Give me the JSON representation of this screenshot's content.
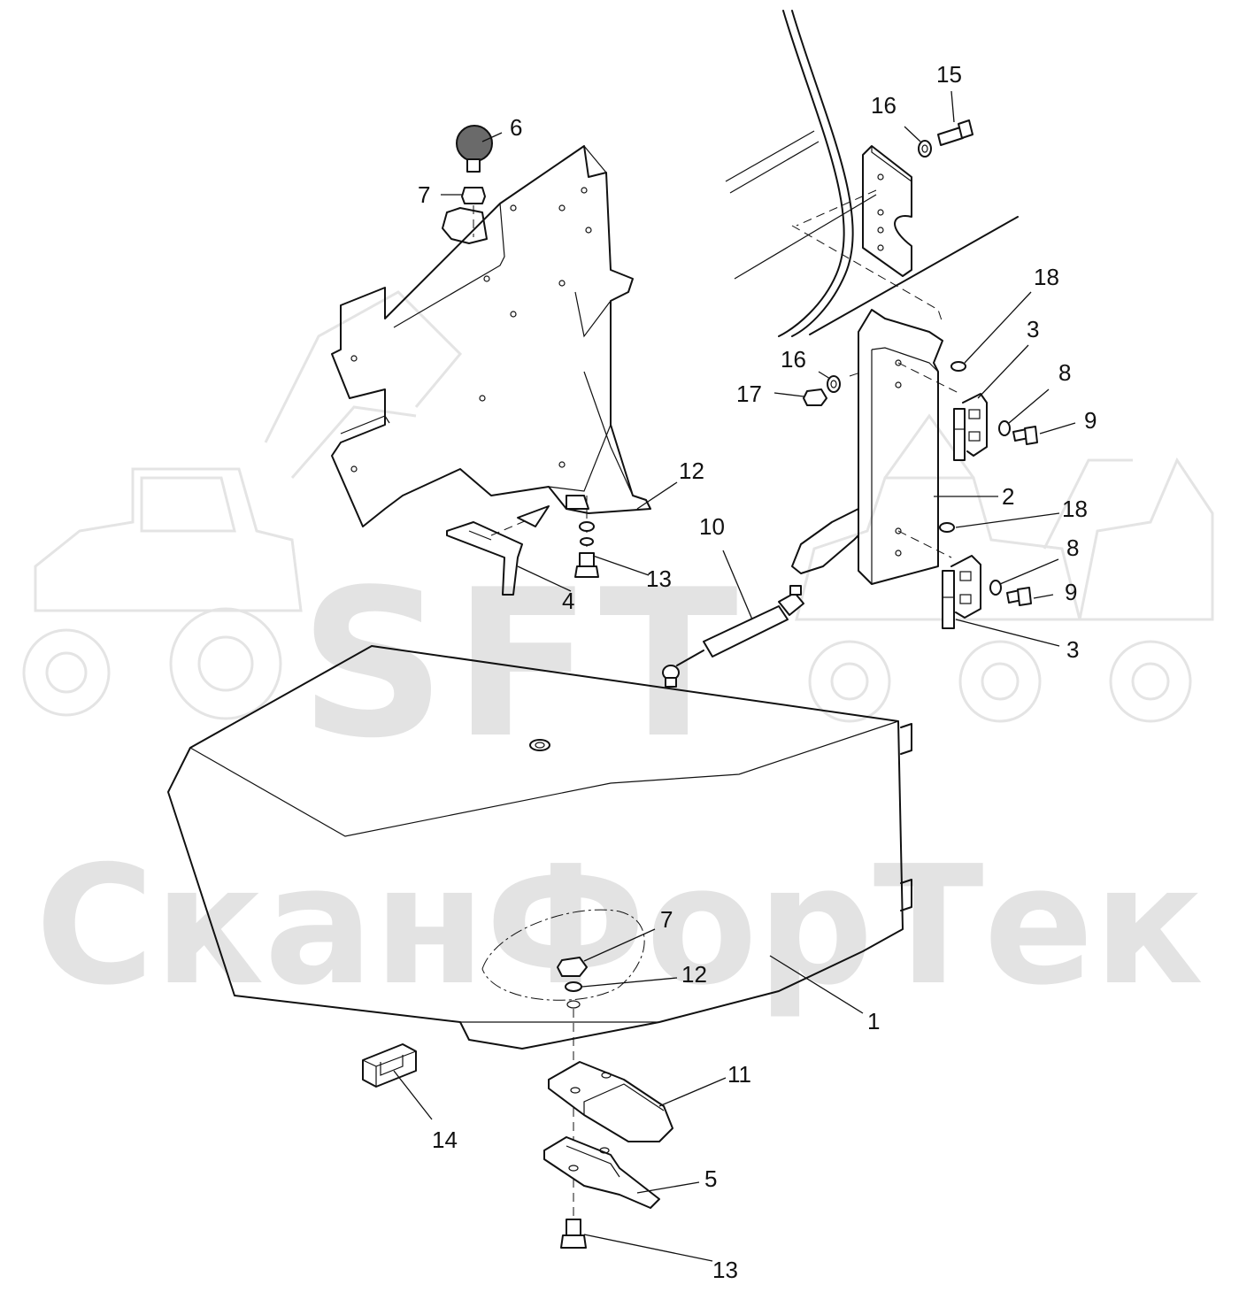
{
  "watermark": {
    "logo_text": "SFT",
    "brand_text": "СканФорТек"
  },
  "callouts": [
    {
      "id": "6",
      "text": "6"
    },
    {
      "id": "7-top",
      "text": "7"
    },
    {
      "id": "16-top",
      "text": "16"
    },
    {
      "id": "15",
      "text": "15"
    },
    {
      "id": "18-top",
      "text": "18"
    },
    {
      "id": "3-top",
      "text": "3"
    },
    {
      "id": "16-mid",
      "text": "16"
    },
    {
      "id": "17",
      "text": "17"
    },
    {
      "id": "8-top",
      "text": "8"
    },
    {
      "id": "9-top",
      "text": "9"
    },
    {
      "id": "12-top",
      "text": "12"
    },
    {
      "id": "2",
      "text": "2"
    },
    {
      "id": "18-mid",
      "text": "18"
    },
    {
      "id": "10",
      "text": "10"
    },
    {
      "id": "8-mid",
      "text": "8"
    },
    {
      "id": "13-top",
      "text": "13"
    },
    {
      "id": "9-mid",
      "text": "9"
    },
    {
      "id": "4",
      "text": "4"
    },
    {
      "id": "3-bottom",
      "text": "3"
    },
    {
      "id": "7-bottom",
      "text": "7"
    },
    {
      "id": "12-bottom",
      "text": "12"
    },
    {
      "id": "1",
      "text": "1"
    },
    {
      "id": "11",
      "text": "11"
    },
    {
      "id": "14",
      "text": "14"
    },
    {
      "id": "5",
      "text": "5"
    },
    {
      "id": "13-bottom",
      "text": "13"
    }
  ]
}
